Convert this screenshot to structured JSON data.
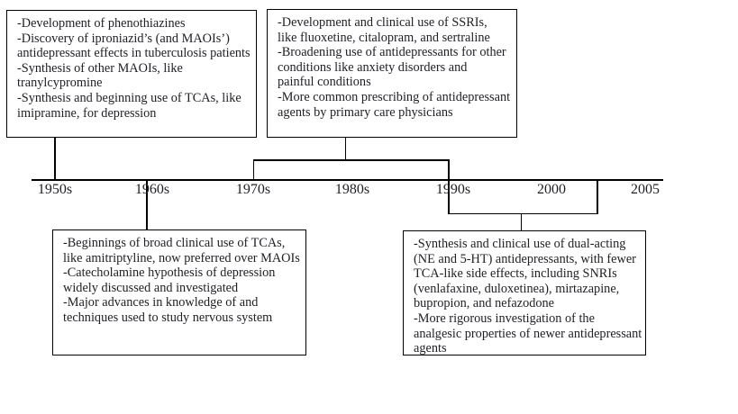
{
  "colors": {
    "background": "#ffffff",
    "line": "#000000",
    "border": "#000000",
    "text": "#1f1f24"
  },
  "timeline": {
    "labels": [
      "1950s",
      "1960s",
      "1970s",
      "1980s",
      "1990s",
      "2000",
      "2005"
    ]
  },
  "boxes": {
    "top_left": {
      "text": "-Development of phenothiazines\n-Discovery of iproniazid’s (and MAOIs’)\nantidepressant effects in tuberculosis patients\n-Synthesis of other MAOIs, like\ntranylcypromine\n-Synthesis and beginning use of TCAs, like\nimipramine, for depression"
    },
    "top_right": {
      "text": "-Development and clinical use of SSRIs,\nlike fluoxetine, citalopram, and sertraline\n-Broadening use of antidepressants for other\nconditions like anxiety disorders and\npainful conditions\n-More common prescribing of antidepressant\nagents by primary care physicians"
    },
    "bottom_left": {
      "text": "-Beginnings of broad clinical use of TCAs,\nlike amitriptyline, now preferred over MAOIs\n-Catecholamine hypothesis of depression\nwidely discussed and investigated\n-Major advances in knowledge of and\ntechniques used to study nervous system"
    },
    "bottom_right": {
      "text": "-Synthesis and clinical use of dual-acting\n(NE and 5-HT) antidepressants, with fewer\nTCA-like side effects, including SNRIs\n(venlafaxine, duloxetinea), mirtazapine,\nbupropion, and nefazodone\n-More rigorous investigation of the\nanalgesic properties of newer antidepressant\nagents"
    }
  }
}
